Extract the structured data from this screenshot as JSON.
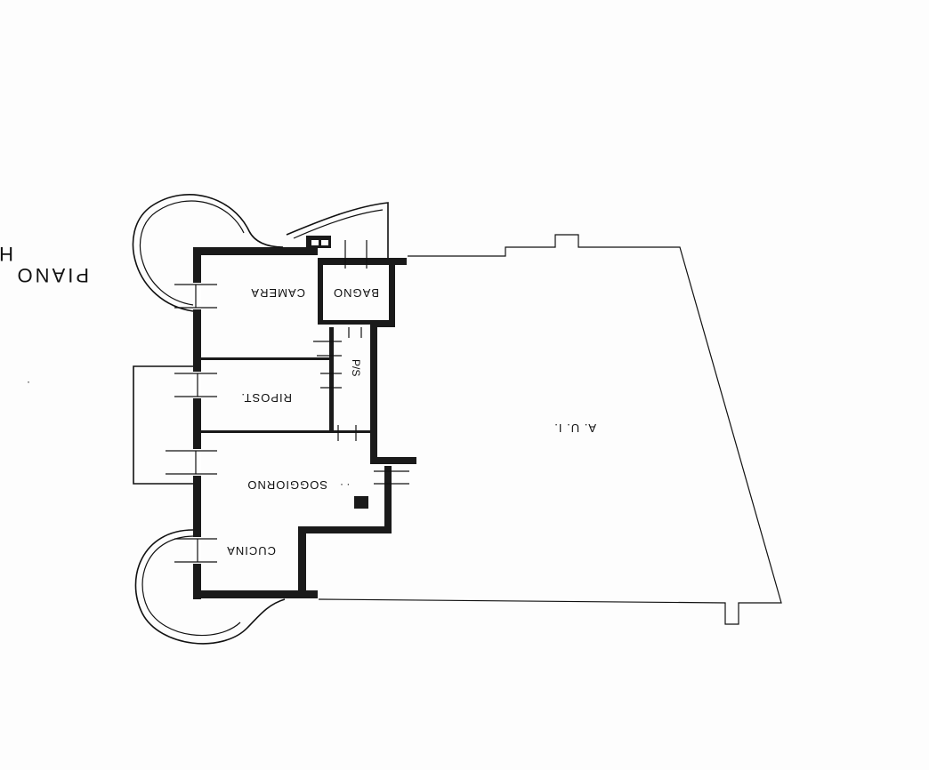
{
  "sheet": {
    "title": "PIANO",
    "subtitle": "H"
  },
  "rooms": {
    "bagno": "BAGNO",
    "camera": "CAMERA",
    "ripost": "RIPOST.",
    "soggiorno": "SOGGIORNO",
    "cucina": "CUCINA",
    "ps": "P/S",
    "aui": "A. U. I."
  }
}
